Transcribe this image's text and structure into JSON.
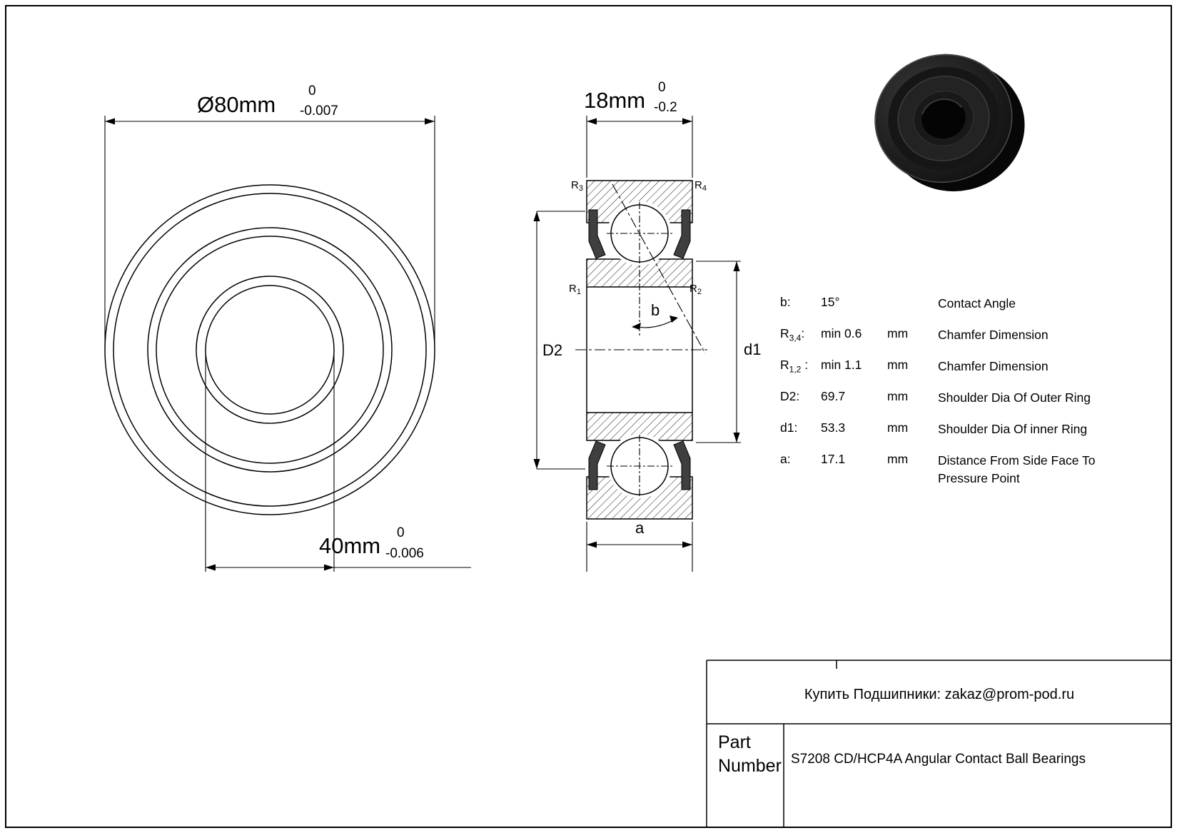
{
  "front_view": {
    "outer_dia": {
      "label": "Ø80mm",
      "tol_top": "0",
      "tol_bottom": "-0.007"
    },
    "bore_dia": {
      "label": "40mm",
      "tol_top": "0",
      "tol_bottom": "-0.006"
    }
  },
  "section_view": {
    "width_dim": {
      "label": "18mm",
      "tol_top": "0",
      "tol_bottom": "-0.2"
    },
    "chamfer_labels": {
      "r3": {
        "base": "R",
        "sub": "3"
      },
      "r4": {
        "base": "R",
        "sub": "4"
      },
      "r1": {
        "base": "R",
        "sub": "1"
      },
      "r2": {
        "base": "R",
        "sub": "2"
      }
    },
    "dim_labels": {
      "d2": "D2",
      "d1": "d1",
      "b": "b",
      "a": "a"
    }
  },
  "spec_table": {
    "rows": [
      {
        "param": "b",
        "sub": "",
        "colon": ":",
        "value": "15°",
        "unit": "",
        "desc": "Contact Angle"
      },
      {
        "param": "R",
        "sub": "3,4",
        "colon": ":",
        "value": "min 0.6",
        "unit": "mm",
        "desc": "Chamfer Dimension"
      },
      {
        "param": "R",
        "sub": "1,2",
        "colon": " :",
        "value": "min 1.1",
        "unit": "mm",
        "desc": "Chamfer Dimension"
      },
      {
        "param": "D2",
        "sub": "",
        "colon": ":",
        "value": "69.7",
        "unit": "mm",
        "desc": "Shoulder Dia Of Outer Ring"
      },
      {
        "param": "d1",
        "sub": "",
        "colon": ":",
        "value": "53.3",
        "unit": "mm",
        "desc": "Shoulder Dia Of inner Ring"
      },
      {
        "param": "a",
        "sub": "",
        "colon": ":",
        "value": "17.1",
        "unit": "mm",
        "desc": "Distance From Side Face To Pressure Point"
      }
    ]
  },
  "title_block": {
    "contact_line": "Купить Подшипники: zakaz@prom-pod.ru",
    "part_label_line1": "Part",
    "part_label_line2": "Number",
    "part_number": "S7208 CD/HCP4A Angular Contact Ball Bearings"
  }
}
